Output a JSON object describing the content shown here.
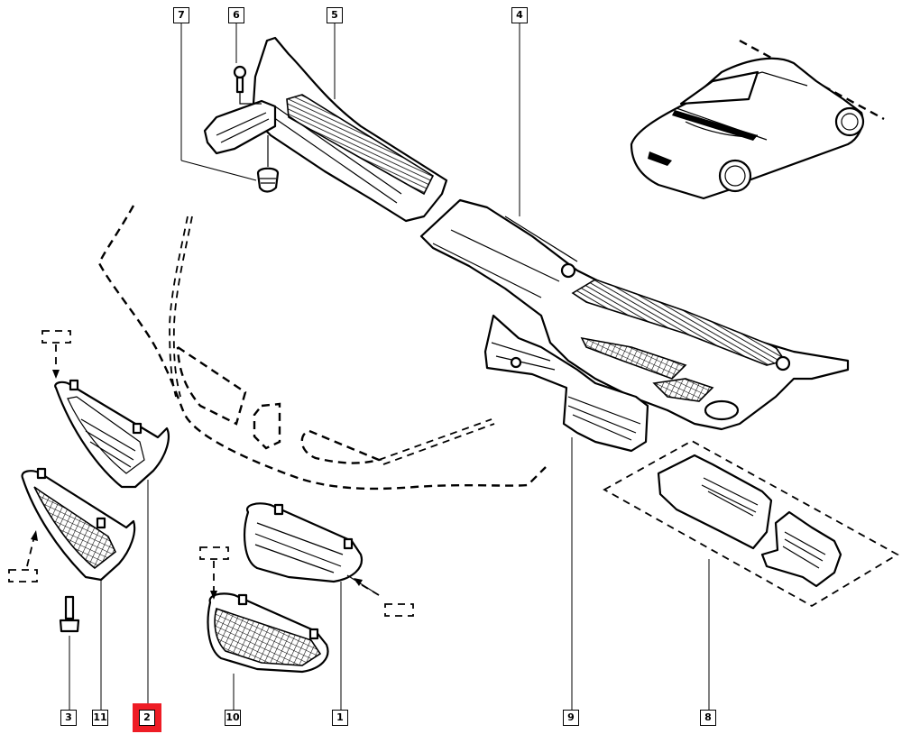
{
  "diagram": {
    "type": "exploded-parts-diagram",
    "subject": "Scuttle panel / windscreen cowl and air intake grilles",
    "highlight_color": "#ee1c25",
    "highlighted_callout": "2",
    "callouts": [
      {
        "id": "7",
        "label": "7",
        "part": "clip-nut"
      },
      {
        "id": "6",
        "label": "6",
        "part": "screw"
      },
      {
        "id": "5",
        "label": "5",
        "part": "cowl-grille-left"
      },
      {
        "id": "4",
        "label": "4",
        "part": "scuttle-panel"
      },
      {
        "id": "3",
        "label": "3",
        "part": "screw"
      },
      {
        "id": "11",
        "label": "11",
        "part": "grille-mesh-left"
      },
      {
        "id": "2",
        "label": "2",
        "part": "grille-louvred-left"
      },
      {
        "id": "10",
        "label": "10",
        "part": "grille-mesh-right"
      },
      {
        "id": "1",
        "label": "1",
        "part": "grille-louvred-right"
      },
      {
        "id": "9",
        "label": "9",
        "part": "duct-seal"
      },
      {
        "id": "8",
        "label": "8",
        "part": "air-duct-kit"
      }
    ],
    "inset": "vehicle-locator-car-view"
  }
}
